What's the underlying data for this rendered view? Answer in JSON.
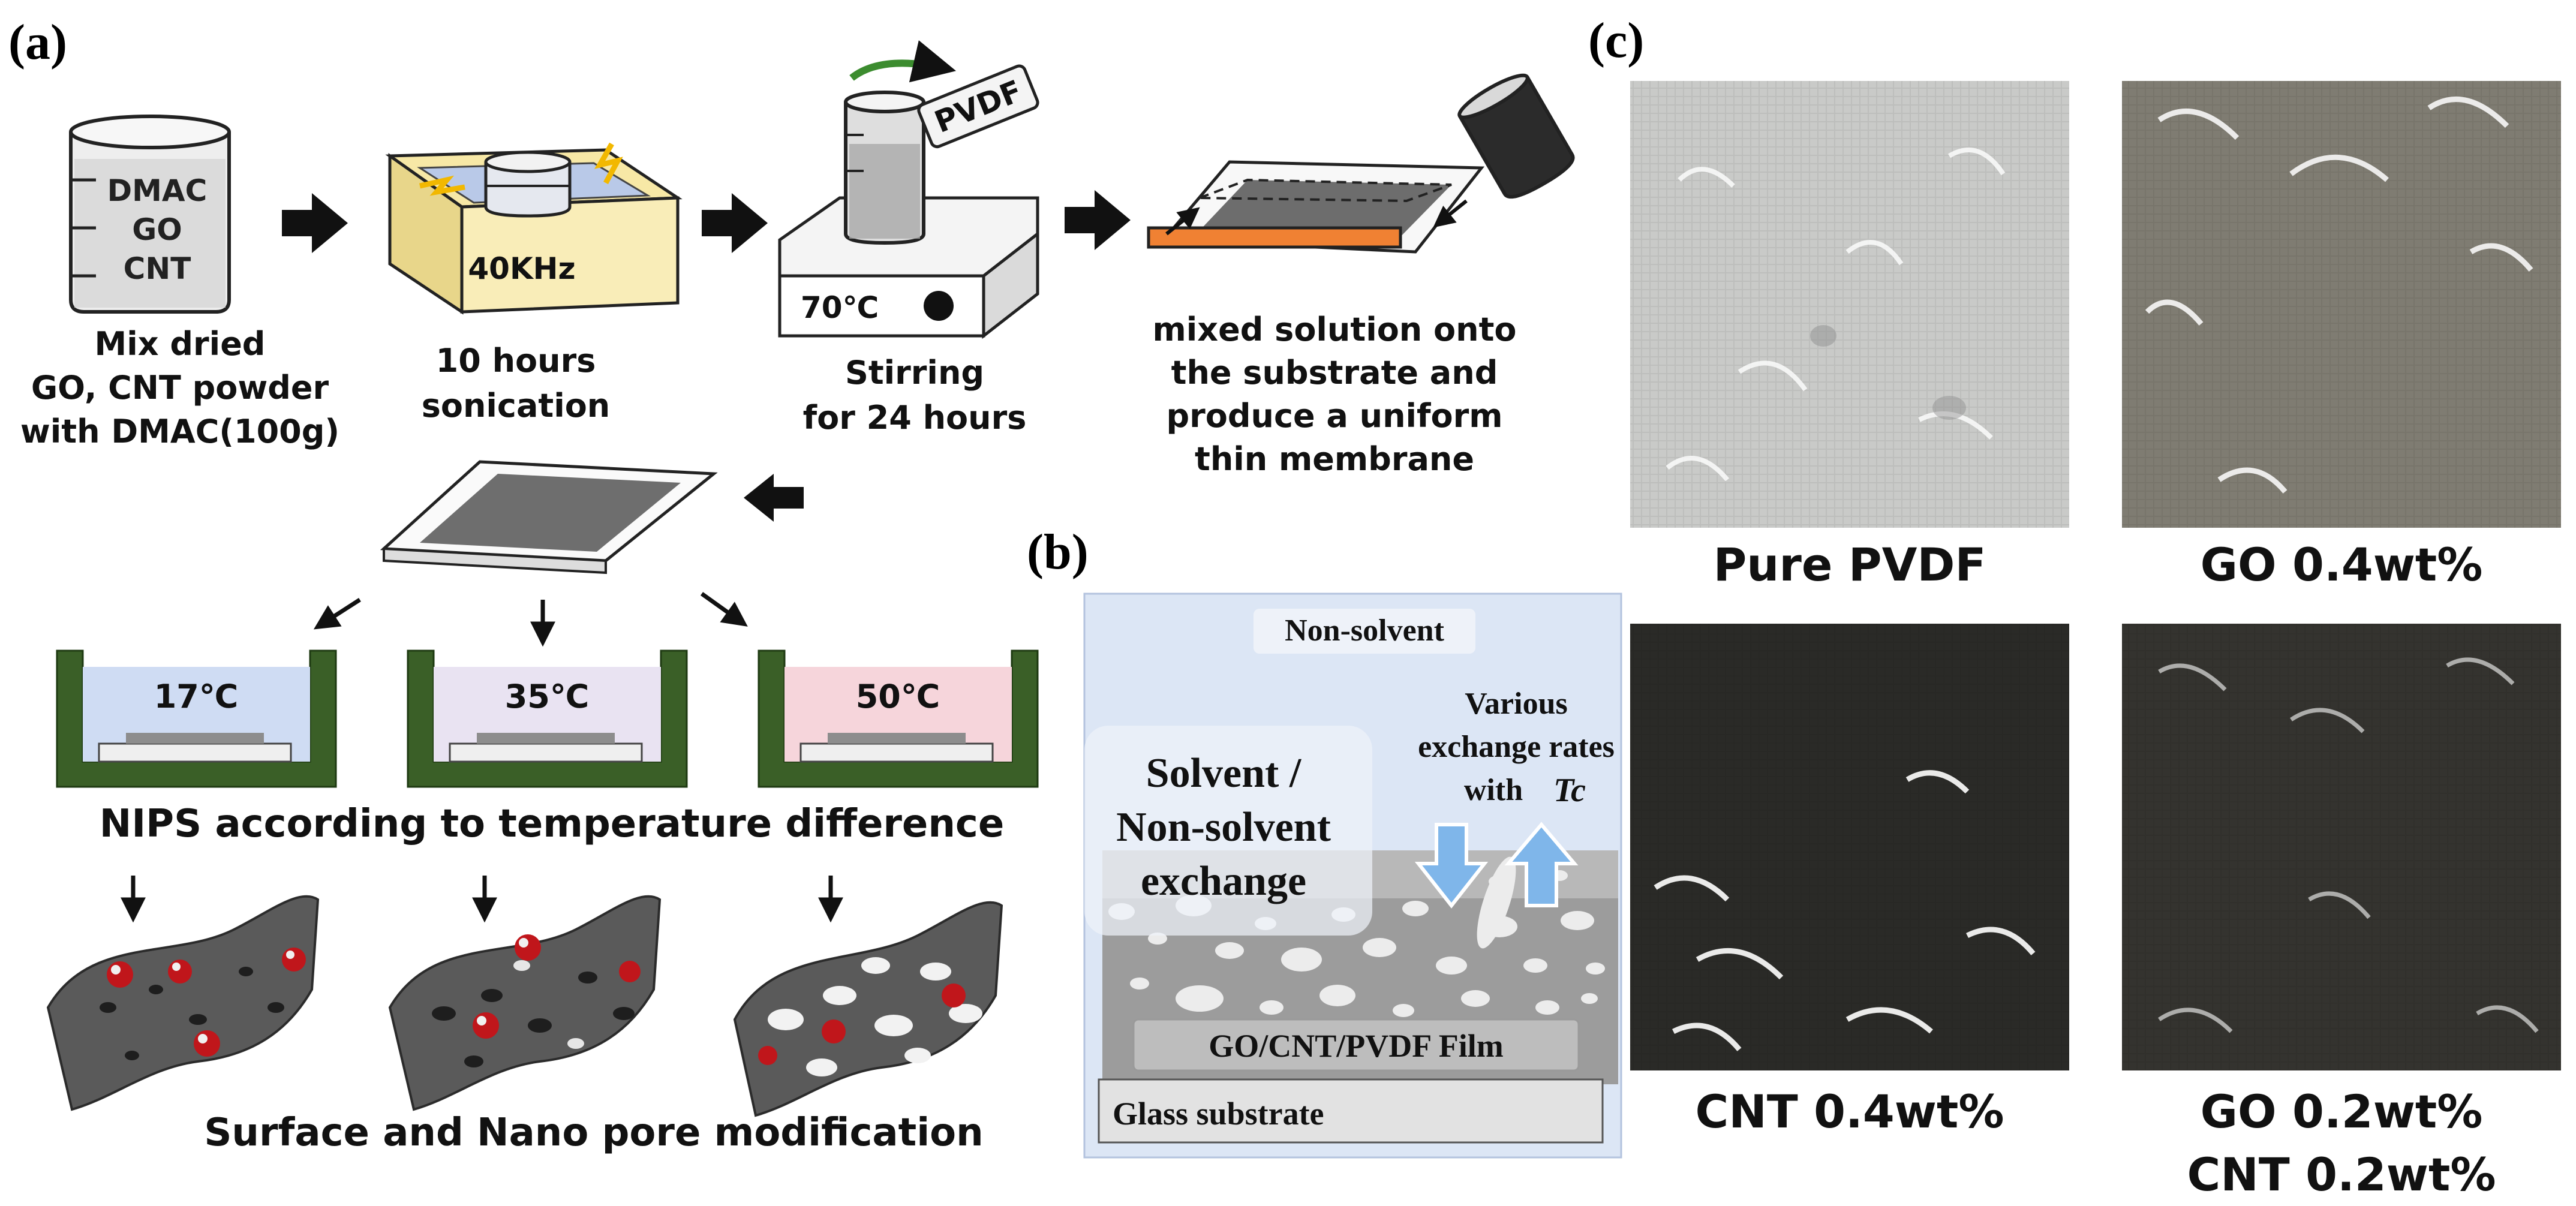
{
  "panels": {
    "a": {
      "label": "(a)",
      "step1": {
        "beaker_labels": [
          "DMAC",
          "GO",
          "CNT"
        ],
        "caption": [
          "Mix dried",
          "GO, CNT powder",
          "with DMAC(100g)"
        ]
      },
      "step2": {
        "frequency": "40KHz",
        "caption": [
          "10 hours",
          "sonication"
        ]
      },
      "step3": {
        "bottle_label": "PVDF",
        "temperature": "70℃",
        "caption": [
          "Stirring",
          "for 24 hours"
        ]
      },
      "step4": {
        "caption": [
          "mixed solution onto",
          "the substrate and",
          "produce a uniform",
          "thin membrane"
        ]
      },
      "baths": [
        {
          "temperature": "17℃",
          "fill": "#cfdcf3"
        },
        {
          "temperature": "35℃",
          "fill": "#e9e3f2"
        },
        {
          "temperature": "50℃",
          "fill": "#f6d5db"
        }
      ],
      "nips_caption": "NIPS according to temperature difference",
      "modification_caption": "Surface and Nano pore modification"
    },
    "b": {
      "label": "(b)",
      "non_solvent": "Non-solvent",
      "exchange_lines": [
        "Solvent /",
        "Non-solvent",
        "exchange"
      ],
      "rates_lines": [
        "Various",
        "exchange rates",
        "with"
      ],
      "tc_symbol": "Tc",
      "film_label": "GO/CNT/PVDF Film",
      "substrate_label": "Glass substrate"
    },
    "c": {
      "label": "(c)",
      "samples": [
        {
          "lines": [
            "Pure PVDF"
          ],
          "tone": "#c9cac8"
        },
        {
          "lines": [
            "GO 0.4wt%"
          ],
          "tone": "#7f7c72"
        },
        {
          "lines": [
            "CNT 0.4wt%"
          ],
          "tone": "#2a2a27"
        },
        {
          "lines": [
            "GO 0.2wt%",
            "CNT 0.2wt%"
          ],
          "tone": "#34332f"
        }
      ]
    }
  },
  "colors": {
    "bath_wall": "#3a5f27",
    "tray": "#f7e8a6",
    "blade": "#f08133",
    "panel_b_bg": "#dce6f5",
    "arrow": "#111111"
  }
}
